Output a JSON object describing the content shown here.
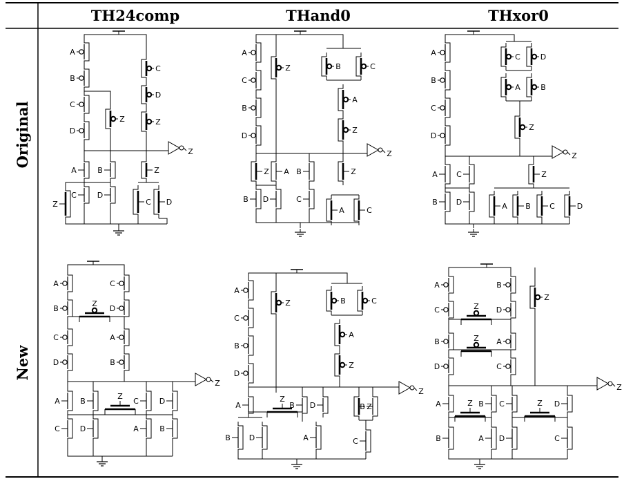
{
  "table": {
    "columns": [
      "TH24comp",
      "THand0",
      "THxor0"
    ],
    "rows": [
      "Original",
      "New"
    ]
  },
  "signals": [
    "A",
    "B",
    "C",
    "D",
    "Z"
  ]
}
